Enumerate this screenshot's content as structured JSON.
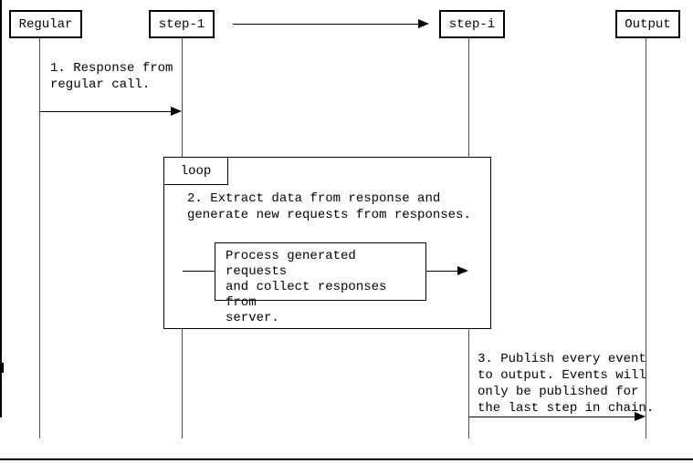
{
  "diagram": {
    "type": "sequence",
    "actors": [
      {
        "label": "Regular"
      },
      {
        "label": "step-1"
      },
      {
        "label": "step-i"
      },
      {
        "label": "Output"
      }
    ],
    "chain_arrow": {
      "from": "step-1",
      "to": "step-i"
    },
    "loop_fragment": {
      "label": "loop"
    },
    "messages": [
      {
        "from": "Regular",
        "to": "step-1",
        "text": "1. Response from\nregular call."
      },
      {
        "from": "step-1",
        "to": "step-1",
        "text": "2. Extract data from response and\ngenerate new requests from responses."
      },
      {
        "from": "step-i",
        "to": "Output",
        "text": "3. Publish every event\nto output. Events will\nonly be published for\nthe last step in chain."
      }
    ],
    "process_box": {
      "text": "Process generated requests\nand collect responses from\nserver."
    },
    "colors": {
      "line": "#000000",
      "lifeline": "#4d4d4d",
      "background": "#ffffff"
    }
  }
}
